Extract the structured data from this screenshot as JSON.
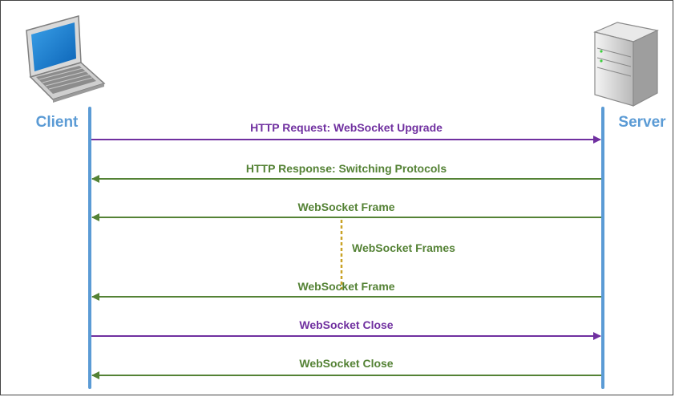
{
  "client": {
    "label": "Client",
    "icon": "laptop-icon"
  },
  "server": {
    "label": "Server",
    "icon": "server-icon"
  },
  "colors": {
    "lifeline": "#5b9bd5",
    "endpoint_label": "#5b9bd5",
    "client_to_server": "#7030a0",
    "server_to_client": "#548235",
    "frames_connector": "#c9a227"
  },
  "messages": [
    {
      "label": "HTTP Request: WebSocket Upgrade",
      "direction": "client-to-server"
    },
    {
      "label": "HTTP Response: Switching Protocols",
      "direction": "server-to-client"
    },
    {
      "label": "WebSocket Frame",
      "direction": "server-to-client"
    },
    {
      "label": "WebSocket Frame",
      "direction": "server-to-client"
    },
    {
      "label": "WebSocket Close",
      "direction": "client-to-server"
    },
    {
      "label": "WebSocket Close",
      "direction": "server-to-client"
    }
  ],
  "frames_connector": {
    "label": "WebSocket Frames"
  }
}
